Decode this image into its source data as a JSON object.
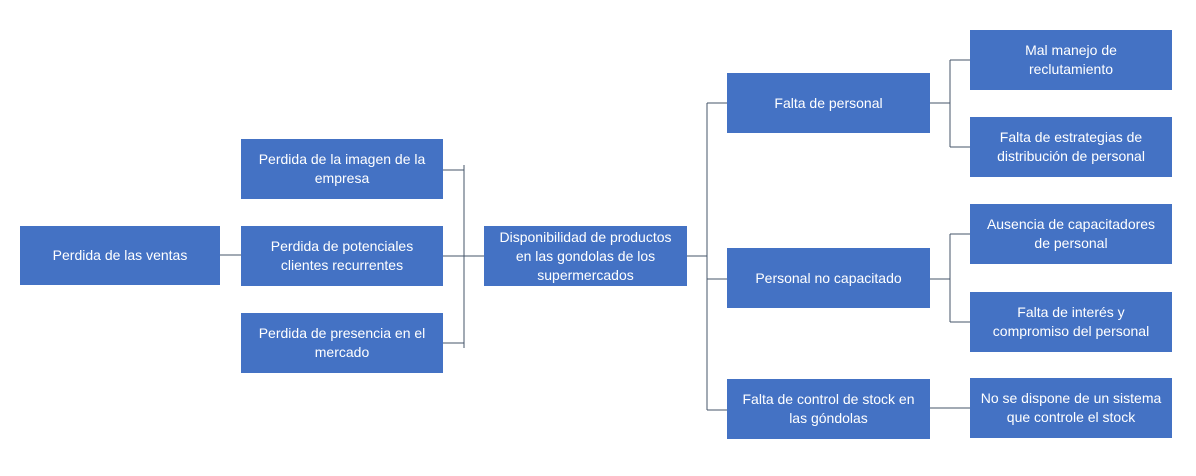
{
  "nodes": {
    "root": "Perdida de las ventas",
    "effect_image": "Perdida de la imagen de la\nempresa",
    "effect_clients": "Perdida de potenciales\nclientes recurrentes",
    "effect_market": "Perdida de presencia en el\nmercado",
    "problem": "Disponibilidad de productos\nen las gondolas de los\nsupermercados",
    "cause_staff": "Falta de personal",
    "cause_training": "Personal no capacitado",
    "cause_stock": "Falta  de control de stock en\nlas góndolas",
    "sub_recruitment": "Mal manejo de\nreclutamiento",
    "sub_distribution": "Falta de estrategias de\ndistribución de personal",
    "sub_trainers": "Ausencia de capacitadores\nde personal",
    "sub_interest": "Falta de  interés y\ncompromiso del personal",
    "sub_system": "No se dispone de un sistema\nque controle el stock"
  },
  "colors": {
    "box_fill": "#4472c4",
    "box_text": "#ffffff",
    "connector": "#44546a"
  }
}
